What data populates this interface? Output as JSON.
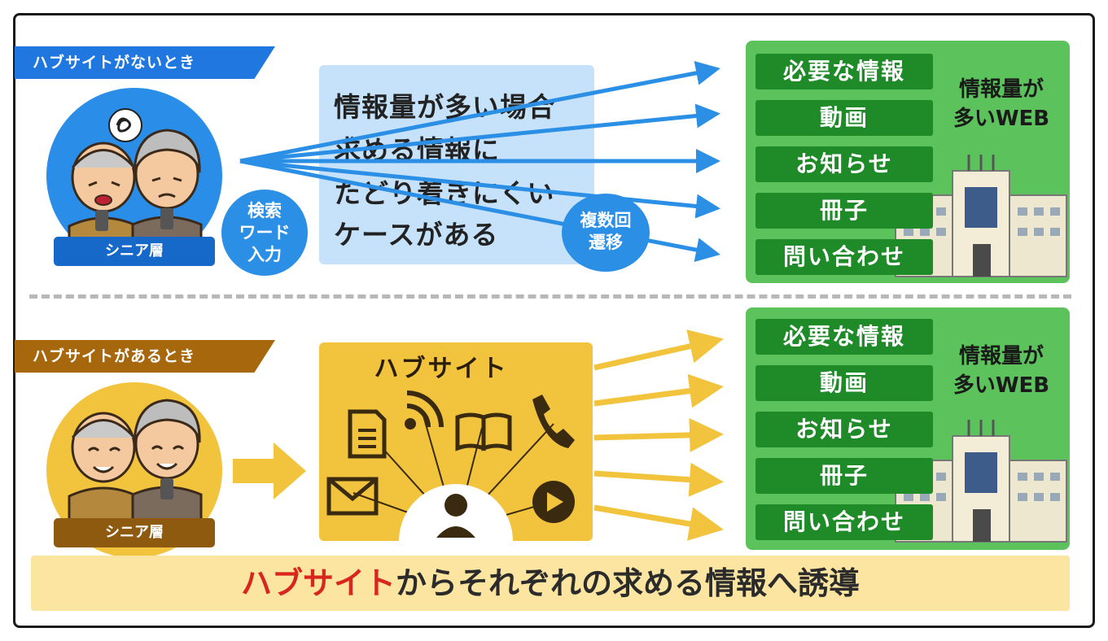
{
  "top_section": {
    "tag": "ハブサイトがないとき",
    "senior_label": "シニア層",
    "info_lines": [
      "情報量が多い場合",
      "求める情報に",
      "たどり着きにくい",
      "ケースがある"
    ],
    "bubble_search": [
      "検索",
      "ワード",
      "入力"
    ],
    "bubble_transition": [
      "複数回",
      "遷移"
    ]
  },
  "bottom_section": {
    "tag": "ハブサイトがあるとき",
    "senior_label": "シニア層",
    "hub_title": "ハブサイト"
  },
  "web_panel": {
    "title_line1": "情報量が",
    "title_line2": "多いWEB",
    "items": [
      "必要な情報",
      "動画",
      "お知らせ",
      "冊子",
      "問い合わせ"
    ]
  },
  "footer": {
    "highlight": "ハブサイト",
    "rest": "からそれぞれの求める情報へ誘導"
  },
  "colors": {
    "blue": "#1f77df",
    "brown": "#a6670d",
    "green": "#1e8a28",
    "yellow": "#f2c43d",
    "red": "#d8251d"
  },
  "icons": [
    "confused-thought-icon",
    "document-icon",
    "rss-icon",
    "book-icon",
    "phone-icon",
    "mail-icon",
    "user-icon",
    "play-icon",
    "building-icon"
  ]
}
